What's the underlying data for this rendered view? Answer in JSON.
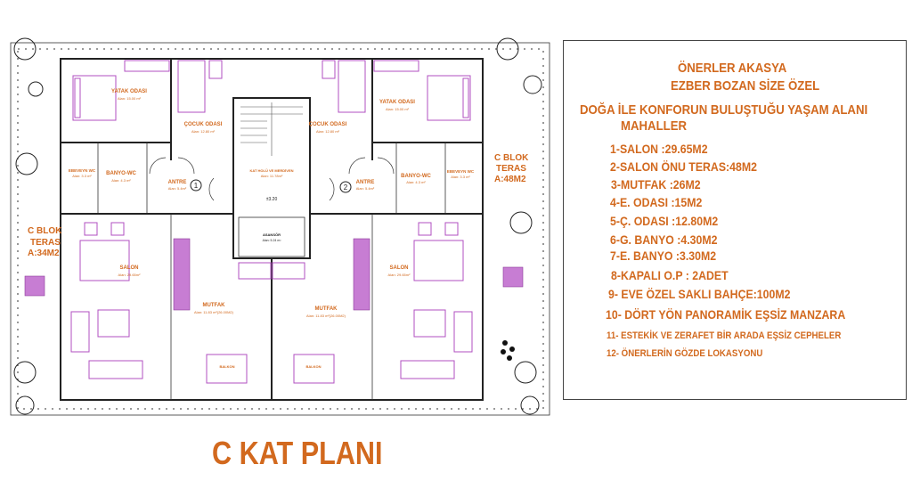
{
  "plan": {
    "title": "C KAT PLANI",
    "rooms": {
      "yatak_left": {
        "name": "YATAK ODASI",
        "area": "Alan: 15.00 m²"
      },
      "cocuk_left": {
        "name": "ÇOCUK ODASI",
        "area": "Alan: 12.80 m²"
      },
      "cocuk_right": {
        "name": "ÇOCUK ODASI",
        "area": "Alan: 12.80 m²"
      },
      "yatak_right": {
        "name": "YATAK ODASI",
        "area": "Alan: 15.00 m²"
      },
      "ebeveyn_left": {
        "name": "EBEVEYN WC",
        "area": "Alan: 3.3 m²"
      },
      "banyo_left": {
        "name": "BANYO-WC",
        "area": "Alan: 4.3 m²"
      },
      "antre_left": {
        "name": "ANTRE",
        "area": "Alan: 5.4m²",
        "number": "1"
      },
      "kat_holu": {
        "name": "KAT HOLÜ VE MERDİVEN",
        "area": "Alan: 11.78m²"
      },
      "antre_right": {
        "name": "ANTRE",
        "area": "Alan: 5.4m²",
        "number": "2"
      },
      "banyo_right": {
        "name": "BANYO-WC",
        "area": "Alan: 4.3 m²"
      },
      "ebeveyn_right": {
        "name": "EBEVEYN WC",
        "area": "Alan: 3.3 m²"
      },
      "asansor": {
        "name": "ASANSÖR",
        "area": "Alan: 5.24 m²"
      },
      "salon_left": {
        "name": "SALON",
        "area": "Alan: 29.65m²"
      },
      "salon_right": {
        "name": "SALON",
        "area": "Alan: 29.65m²"
      },
      "mutfak_left": {
        "name": "MUTFAK",
        "area": "Alan: 11.83 m²(26.00M2)"
      },
      "mutfak_right": {
        "name": "MUTFAK",
        "area": "Alan: 11.83 m²(26.00M2)"
      },
      "balkon_left": {
        "name": "BALKON"
      },
      "balkon_right": {
        "name": "BALKON"
      }
    },
    "terraces": {
      "right": {
        "line1": "C BLOK",
        "line2": "TERAS",
        "line3": "A:48M2"
      },
      "left": {
        "line1": "C BLOK",
        "line2": "TERAS",
        "line3": "A:34M2"
      }
    },
    "level": "±3.20"
  },
  "panel": {
    "heading1": "ÖNERLER AKASYA",
    "heading2": "EZBER BOZAN SİZE ÖZEL",
    "heading3": "DOĞA İLE KONFORUN BULUŞTUĞU YAŞAM ALANI",
    "heading4": "MAHALLER",
    "items": [
      "1-SALON :29.65M2",
      "2-SALON ÖNU TERAS:48M2",
      "3-MUTFAK :26M2",
      "4-E. ODASI :15M2",
      "5-Ç. ODASI :12.80M2",
      "6-G. BANYO :4.30M2",
      "7-E. BANYO :3.30M2",
      "8-KAPALI O.P : 2ADET",
      "9- EVE ÖZEL SAKLI BAHÇE:100M2",
      "10- DÖRT YÖN PANORAMİK EŞSİZ MANZARA",
      "11- ESTEKİK VE ZERAFET BİR ARADA  EŞSİZ  CEPHELER",
      "12- ÖNERLERİN GÖZDE LOKASYONU"
    ]
  },
  "colors": {
    "accent": "#d2691e",
    "furniture": "#b04fc0"
  }
}
